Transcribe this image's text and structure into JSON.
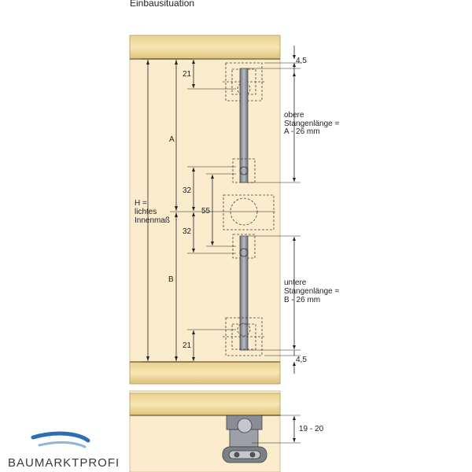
{
  "title": "Einbausituation",
  "labels": {
    "top_gap": "4,5",
    "top_offset": "21",
    "A": "A",
    "upper_rod": [
      "obere",
      "Stangenlänge =",
      "A - 26 mm"
    ],
    "d32_upper": "32",
    "d55": "55",
    "d32_lower": "32",
    "H": [
      "H =",
      "lichtes",
      "Innenmaß"
    ],
    "B": "B",
    "lower_rod": [
      "untere",
      "Stangenlänge =",
      "B - 26 mm"
    ],
    "bottom_offset": "21",
    "bottom_gap": "4,5",
    "side_range": "19 - 20"
  },
  "logo": {
    "text": "BAUMARKTPROFI"
  },
  "colors": {
    "panel": "#fbeccd",
    "panel_edge": "#d8c090",
    "board": "#f4e1a8",
    "rod": "#9a9ea6",
    "hardware": "#8a8d93"
  }
}
